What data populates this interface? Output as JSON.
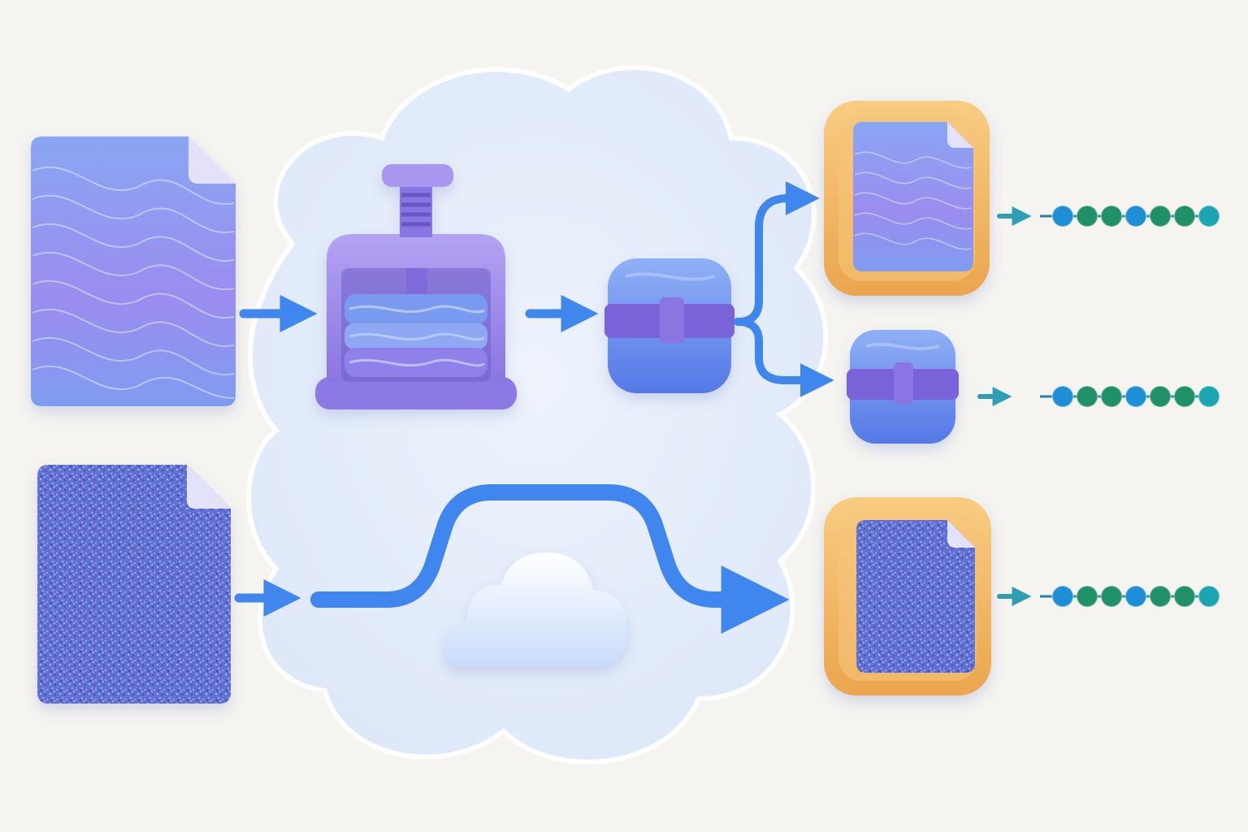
{
  "diagram": {
    "kind": "compression-pipeline",
    "colors": {
      "background": "#f5f4f1",
      "cloud_backdrop": "#e6eefb",
      "file_blue": "#7f9cf0",
      "file_violet": "#9b8cf0",
      "press_purple": "#9a86ea",
      "box_blue": "#6b8ef0",
      "strap_purple": "#7a62d8",
      "arrow_blue": "#3f86ee",
      "frame_orange": "#f2b866",
      "bead_blue": "#1e8fd6",
      "bead_green": "#1f9068",
      "bead_teal": "#1aa5b0"
    },
    "nodes": [
      {
        "id": "structured-file",
        "icon": "wavy-document-icon"
      },
      {
        "id": "noisy-file",
        "icon": "noise-document-icon"
      },
      {
        "id": "press",
        "icon": "compression-press-icon"
      },
      {
        "id": "compressed-bundle",
        "icon": "strapped-box-icon"
      },
      {
        "id": "compressed-bundle-small",
        "icon": "strapped-box-icon"
      },
      {
        "id": "passthrough-cloud",
        "icon": "cloud-icon"
      },
      {
        "id": "framed-structured-output",
        "icon": "framed-wavy-document-icon"
      },
      {
        "id": "framed-noisy-output",
        "icon": "framed-noise-document-icon"
      },
      {
        "id": "token-chain-1",
        "icon": "bead-chain-icon",
        "beads": 7
      },
      {
        "id": "token-chain-2",
        "icon": "bead-chain-icon",
        "beads": 7
      },
      {
        "id": "token-chain-3",
        "icon": "bead-chain-icon",
        "beads": 7
      }
    ],
    "edges": [
      {
        "from": "structured-file",
        "to": "press"
      },
      {
        "from": "press",
        "to": "compressed-bundle"
      },
      {
        "from": "compressed-bundle",
        "to": "framed-structured-output"
      },
      {
        "from": "compressed-bundle",
        "to": "compressed-bundle-small"
      },
      {
        "from": "noisy-file",
        "to": "passthrough-cloud"
      },
      {
        "from": "passthrough-cloud",
        "to": "framed-noisy-output"
      },
      {
        "from": "framed-structured-output",
        "to": "token-chain-1"
      },
      {
        "from": "compressed-bundle-small",
        "to": "token-chain-2"
      },
      {
        "from": "framed-noisy-output",
        "to": "token-chain-3"
      }
    ]
  }
}
